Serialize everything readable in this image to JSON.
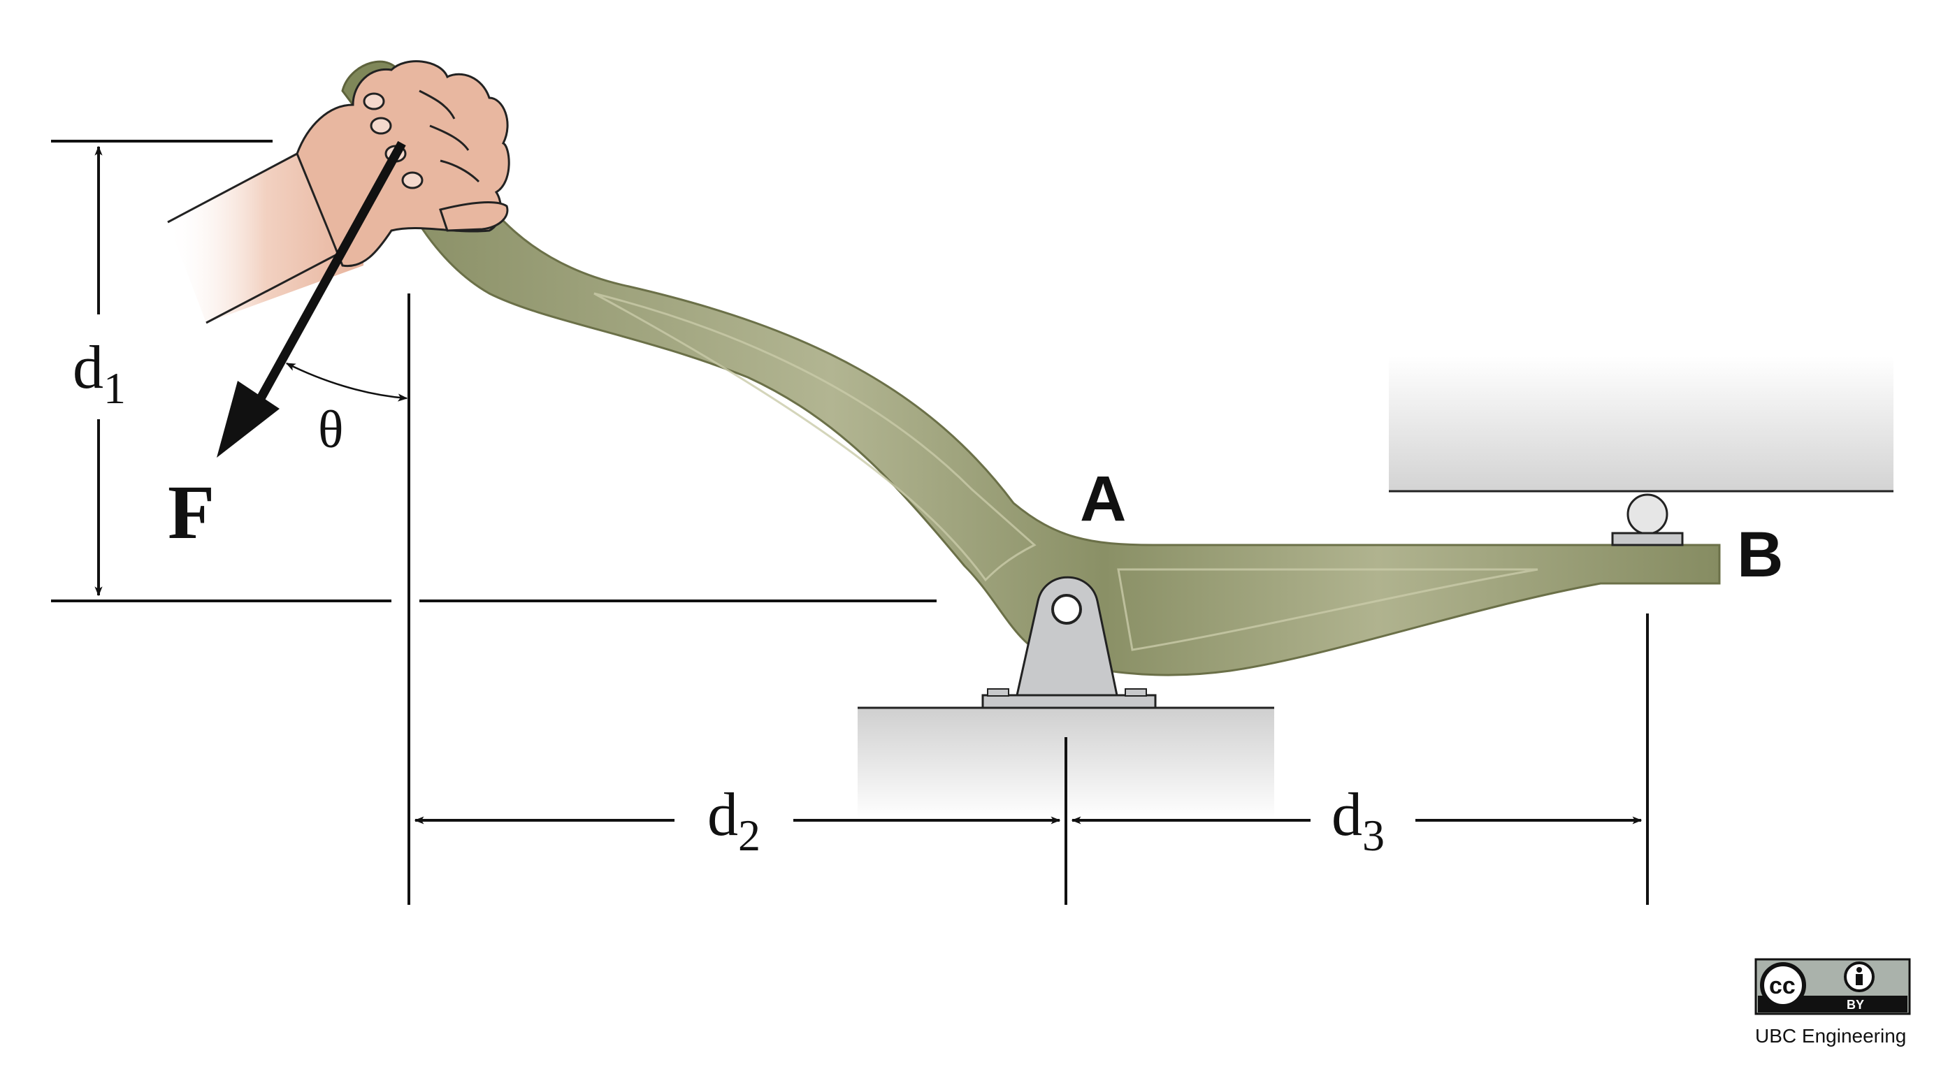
{
  "labels": {
    "point_a": "A",
    "point_b": "B",
    "force": "F",
    "angle": "θ",
    "d1_main": "d",
    "d1_sub": "1",
    "d2_main": "d",
    "d2_sub": "2",
    "d3_main": "d",
    "d3_sub": "3"
  },
  "license": {
    "cc_badge": "cc",
    "by_badge": "BY",
    "credit": "UBC Engineering"
  },
  "colors": {
    "lever": "#8c9268",
    "lever_highlight": "#b3b691",
    "lever_outline": "#6b7048",
    "pivot": "#c8c9cb",
    "skin": "#e8b7a0",
    "ground_top": "#dcdcdc",
    "ink": "#111111"
  },
  "icons": {
    "hand": "hand-icon",
    "pivot": "pivot-bracket-icon",
    "roller": "roller-icon",
    "force_arrow": "force-arrow-icon"
  }
}
